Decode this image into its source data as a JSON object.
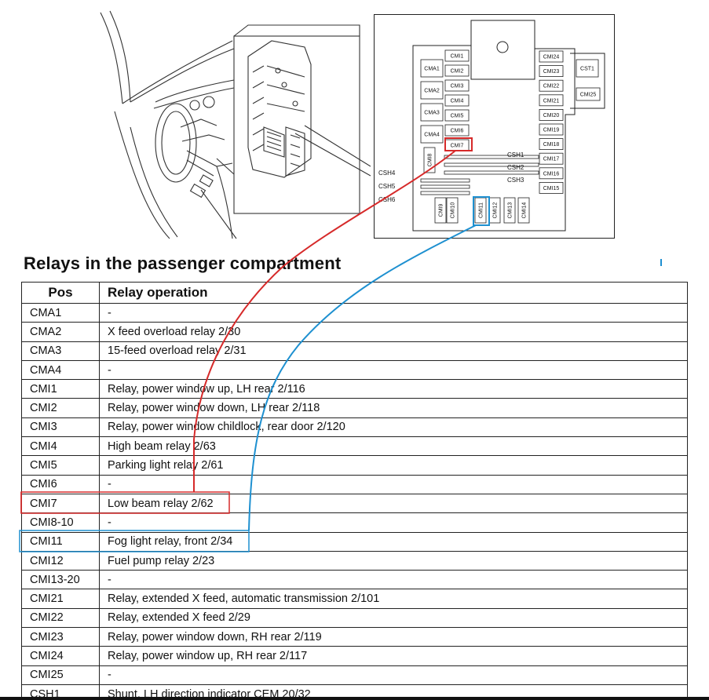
{
  "title": "Relays in the passenger compartment",
  "table": {
    "headers": [
      "Pos",
      "Relay operation"
    ],
    "rows": [
      {
        "pos": "CMA1",
        "op": "-"
      },
      {
        "pos": "CMA2",
        "op": "X feed overload relay 2/30"
      },
      {
        "pos": "CMA3",
        "op": "15-feed overload relay 2/31"
      },
      {
        "pos": "CMA4",
        "op": "-"
      },
      {
        "pos": "CMI1",
        "op": "Relay, power window up, LH rear 2/116"
      },
      {
        "pos": "CMI2",
        "op": "Relay, power window down, LH rear 2/118"
      },
      {
        "pos": "CMI3",
        "op": "Relay, power window childlock, rear door 2/120"
      },
      {
        "pos": "CMI4",
        "op": "High beam relay 2/63"
      },
      {
        "pos": "CMI5",
        "op": "Parking light relay 2/61"
      },
      {
        "pos": "CMI6",
        "op": "-"
      },
      {
        "pos": "CMI7",
        "op": "Low beam relay 2/62"
      },
      {
        "pos": "CMI8-10",
        "op": "-"
      },
      {
        "pos": "CMI11",
        "op": "Fog light relay, front 2/34"
      },
      {
        "pos": "CMI12",
        "op": "Fuel pump relay 2/23"
      },
      {
        "pos": "CMI13-20",
        "op": "-"
      },
      {
        "pos": "CMI21",
        "op": "Relay, extended X feed, automatic transmission 2/101"
      },
      {
        "pos": "CMI22",
        "op": "Relay, extended X feed 2/29"
      },
      {
        "pos": "CMI23",
        "op": "Relay, power window down, RH rear 2/119"
      },
      {
        "pos": "CMI24",
        "op": "Relay, power window up, RH rear 2/117"
      },
      {
        "pos": "CMI25",
        "op": "-"
      },
      {
        "pos": "CSH1",
        "op": "Shunt, LH direction indicator CEM 20/32"
      }
    ]
  },
  "diagram": {
    "left_col": [
      "CMA1",
      "CMA2",
      "CMA3",
      "CMA4"
    ],
    "center_col": [
      "CMI1",
      "CMI2",
      "CMI3",
      "CMI4",
      "CMI5",
      "CMI6",
      "CMI7"
    ],
    "right_col": [
      "CMI24",
      "CMI23",
      "CMI22",
      "CMI21",
      "CMI20",
      "CMI19",
      "CMI18",
      "CMI17",
      "CMI16",
      "CMI15"
    ],
    "far_right": [
      "CST1",
      "CMI25"
    ],
    "bottom_row": [
      "CMI9",
      "CMI10",
      "CMI11",
      "CMI12",
      "CMI13",
      "CMI14"
    ],
    "cmi8": "CMI8",
    "shunts_right": [
      "CSH1",
      "CSH2",
      "CSH3"
    ],
    "shunts_left": [
      "CSH4",
      "CSH5",
      "CSH6"
    ]
  },
  "highlight_colors": {
    "cmi7": "#d62a2a",
    "cmi11": "#1e90d0"
  }
}
